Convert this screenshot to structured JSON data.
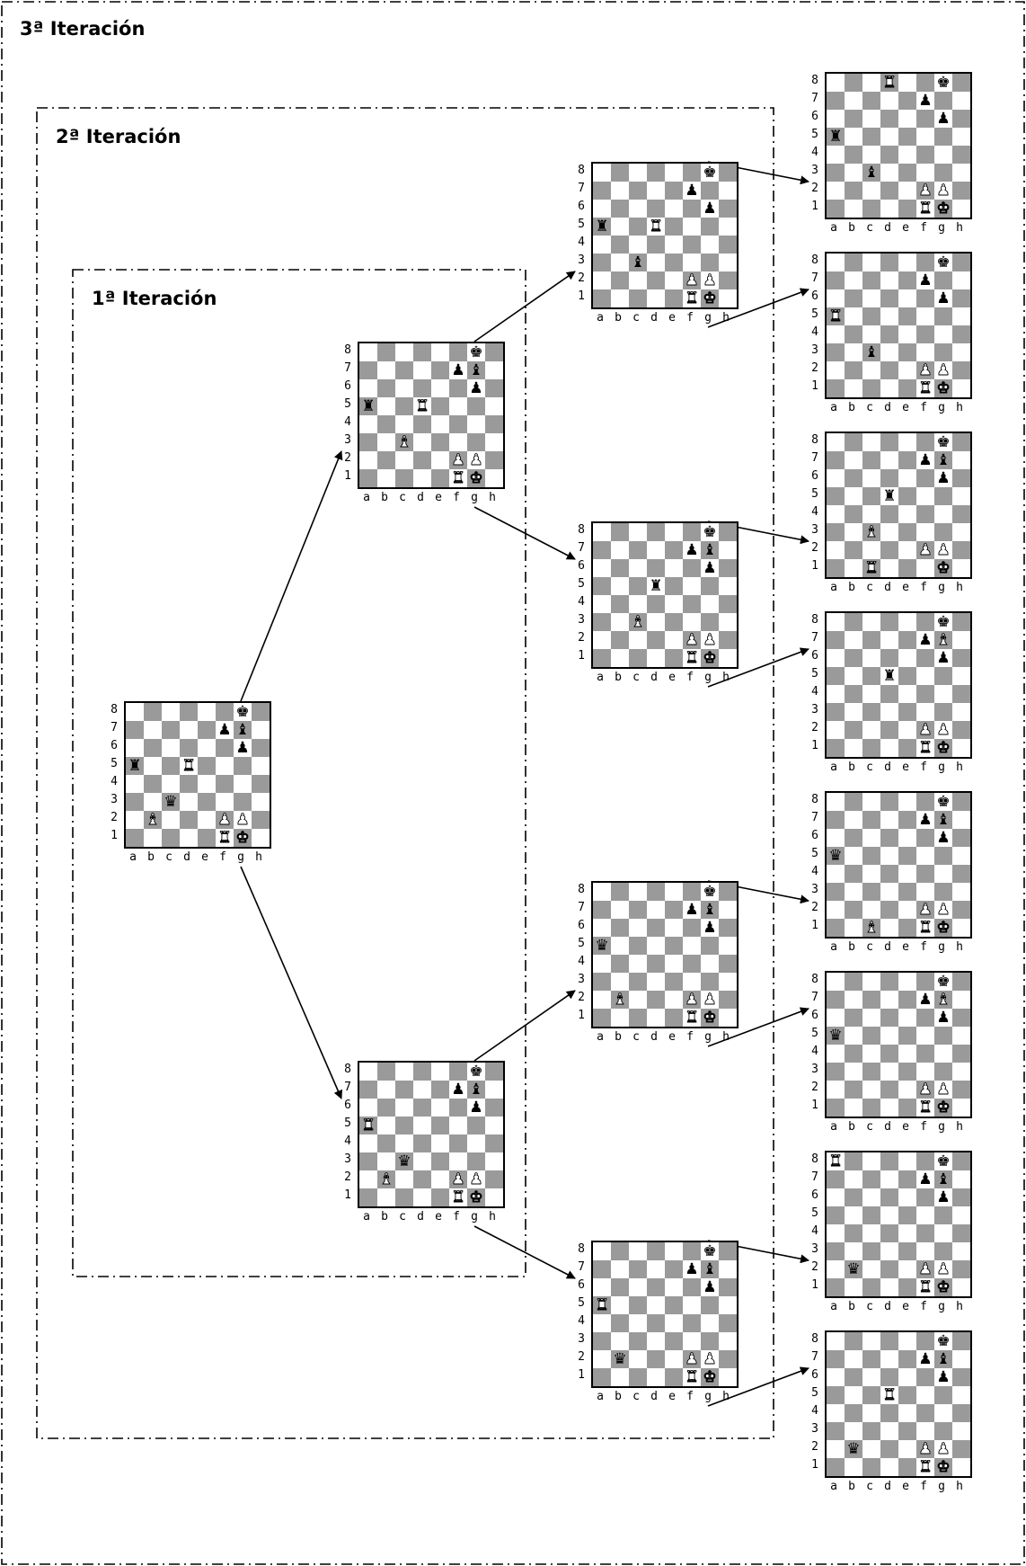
{
  "iterations": [
    {
      "label": "3ª Iteración"
    },
    {
      "label": "2ª Iteración"
    },
    {
      "label": "1ª Iteración"
    }
  ],
  "files": [
    "a",
    "b",
    "c",
    "d",
    "e",
    "f",
    "g",
    "h"
  ],
  "ranks": [
    "8",
    "7",
    "6",
    "5",
    "4",
    "3",
    "2",
    "1"
  ],
  "piece_glyphs": {
    "K": "♔",
    "Q": "♕",
    "R": "♖",
    "B": "♗",
    "N": "♘",
    "P": "♙",
    "k": "♚",
    "q": "♛",
    "r": "♜",
    "b": "♝",
    "n": "♞",
    "p": "♟"
  },
  "colors": {
    "dark_square": "#9a9a9a",
    "light_square": "#ffffff",
    "line": "#000000"
  },
  "boards": [
    {
      "id": "root",
      "pieces": [
        [
          "g8",
          "k"
        ],
        [
          "f7",
          "p"
        ],
        [
          "g7",
          "b"
        ],
        [
          "g6",
          "p"
        ],
        [
          "a5",
          "r"
        ],
        [
          "d5",
          "R"
        ],
        [
          "c3",
          "q"
        ],
        [
          "b2",
          "B"
        ],
        [
          "f2",
          "P"
        ],
        [
          "g2",
          "P"
        ],
        [
          "f1",
          "R"
        ],
        [
          "g1",
          "K"
        ]
      ]
    },
    {
      "id": "l1-top",
      "pieces": [
        [
          "g8",
          "k"
        ],
        [
          "f7",
          "p"
        ],
        [
          "g7",
          "b"
        ],
        [
          "g6",
          "p"
        ],
        [
          "a5",
          "r"
        ],
        [
          "d5",
          "R"
        ],
        [
          "c3",
          "B"
        ],
        [
          "f2",
          "P"
        ],
        [
          "g2",
          "P"
        ],
        [
          "f1",
          "R"
        ],
        [
          "g1",
          "K"
        ]
      ]
    },
    {
      "id": "l1-bottom",
      "pieces": [
        [
          "g8",
          "k"
        ],
        [
          "f7",
          "p"
        ],
        [
          "g7",
          "b"
        ],
        [
          "g6",
          "p"
        ],
        [
          "a5",
          "R"
        ],
        [
          "c3",
          "q"
        ],
        [
          "b2",
          "B"
        ],
        [
          "f2",
          "P"
        ],
        [
          "g2",
          "P"
        ],
        [
          "f1",
          "R"
        ],
        [
          "g1",
          "K"
        ]
      ]
    },
    {
      "id": "l2-1",
      "pieces": [
        [
          "g8",
          "k"
        ],
        [
          "f7",
          "p"
        ],
        [
          "g6",
          "p"
        ],
        [
          "a5",
          "r"
        ],
        [
          "d5",
          "R"
        ],
        [
          "c3",
          "b"
        ],
        [
          "f2",
          "P"
        ],
        [
          "g2",
          "P"
        ],
        [
          "f1",
          "R"
        ],
        [
          "g1",
          "K"
        ]
      ]
    },
    {
      "id": "l2-2",
      "pieces": [
        [
          "g8",
          "k"
        ],
        [
          "f7",
          "p"
        ],
        [
          "g7",
          "b"
        ],
        [
          "g6",
          "p"
        ],
        [
          "d5",
          "r"
        ],
        [
          "c3",
          "B"
        ],
        [
          "f2",
          "P"
        ],
        [
          "g2",
          "P"
        ],
        [
          "f1",
          "R"
        ],
        [
          "g1",
          "K"
        ]
      ]
    },
    {
      "id": "l2-3",
      "pieces": [
        [
          "g8",
          "k"
        ],
        [
          "f7",
          "p"
        ],
        [
          "g7",
          "b"
        ],
        [
          "g6",
          "p"
        ],
        [
          "a5",
          "q"
        ],
        [
          "b2",
          "B"
        ],
        [
          "f2",
          "P"
        ],
        [
          "g2",
          "P"
        ],
        [
          "f1",
          "R"
        ],
        [
          "g1",
          "K"
        ]
      ]
    },
    {
      "id": "l2-4",
      "pieces": [
        [
          "g8",
          "k"
        ],
        [
          "f7",
          "p"
        ],
        [
          "g7",
          "b"
        ],
        [
          "g6",
          "p"
        ],
        [
          "a5",
          "R"
        ],
        [
          "b2",
          "q"
        ],
        [
          "f2",
          "P"
        ],
        [
          "g2",
          "P"
        ],
        [
          "f1",
          "R"
        ],
        [
          "g1",
          "K"
        ]
      ]
    },
    {
      "id": "l3-1",
      "pieces": [
        [
          "d8",
          "R"
        ],
        [
          "g8",
          "k"
        ],
        [
          "f7",
          "p"
        ],
        [
          "g6",
          "p"
        ],
        [
          "a5",
          "r"
        ],
        [
          "c3",
          "b"
        ],
        [
          "f2",
          "P"
        ],
        [
          "g2",
          "P"
        ],
        [
          "f1",
          "R"
        ],
        [
          "g1",
          "K"
        ]
      ]
    },
    {
      "id": "l3-2",
      "pieces": [
        [
          "g8",
          "k"
        ],
        [
          "f7",
          "p"
        ],
        [
          "g6",
          "p"
        ],
        [
          "a5",
          "R"
        ],
        [
          "c3",
          "b"
        ],
        [
          "f2",
          "P"
        ],
        [
          "g2",
          "P"
        ],
        [
          "f1",
          "R"
        ],
        [
          "g1",
          "K"
        ]
      ]
    },
    {
      "id": "l3-3",
      "pieces": [
        [
          "g8",
          "k"
        ],
        [
          "f7",
          "p"
        ],
        [
          "g7",
          "b"
        ],
        [
          "g6",
          "p"
        ],
        [
          "d5",
          "r"
        ],
        [
          "c3",
          "B"
        ],
        [
          "f2",
          "P"
        ],
        [
          "g2",
          "P"
        ],
        [
          "c1",
          "R"
        ],
        [
          "g1",
          "K"
        ]
      ]
    },
    {
      "id": "l3-4",
      "pieces": [
        [
          "g8",
          "k"
        ],
        [
          "f7",
          "p"
        ],
        [
          "g7",
          "B"
        ],
        [
          "g6",
          "p"
        ],
        [
          "d5",
          "r"
        ],
        [
          "f2",
          "P"
        ],
        [
          "g2",
          "P"
        ],
        [
          "f1",
          "R"
        ],
        [
          "g1",
          "K"
        ]
      ]
    },
    {
      "id": "l3-5",
      "pieces": [
        [
          "g8",
          "k"
        ],
        [
          "f7",
          "p"
        ],
        [
          "g7",
          "b"
        ],
        [
          "g6",
          "p"
        ],
        [
          "a5",
          "q"
        ],
        [
          "f2",
          "P"
        ],
        [
          "g2",
          "P"
        ],
        [
          "c1",
          "B"
        ],
        [
          "f1",
          "R"
        ],
        [
          "g1",
          "K"
        ]
      ]
    },
    {
      "id": "l3-6",
      "pieces": [
        [
          "g8",
          "k"
        ],
        [
          "f7",
          "p"
        ],
        [
          "g7",
          "B"
        ],
        [
          "g6",
          "p"
        ],
        [
          "a5",
          "q"
        ],
        [
          "f2",
          "P"
        ],
        [
          "g2",
          "P"
        ],
        [
          "f1",
          "R"
        ],
        [
          "g1",
          "K"
        ]
      ]
    },
    {
      "id": "l3-7",
      "pieces": [
        [
          "a8",
          "R"
        ],
        [
          "g8",
          "k"
        ],
        [
          "f7",
          "p"
        ],
        [
          "g7",
          "b"
        ],
        [
          "g6",
          "p"
        ],
        [
          "b2",
          "q"
        ],
        [
          "f2",
          "P"
        ],
        [
          "g2",
          "P"
        ],
        [
          "f1",
          "R"
        ],
        [
          "g1",
          "K"
        ]
      ]
    },
    {
      "id": "l3-8",
      "pieces": [
        [
          "g8",
          "k"
        ],
        [
          "f7",
          "p"
        ],
        [
          "g7",
          "b"
        ],
        [
          "g6",
          "p"
        ],
        [
          "d5",
          "R"
        ],
        [
          "b2",
          "q"
        ],
        [
          "f2",
          "P"
        ],
        [
          "g2",
          "P"
        ],
        [
          "f1",
          "R"
        ],
        [
          "g1",
          "K"
        ]
      ]
    }
  ],
  "edges": [
    [
      "root",
      "l1-top"
    ],
    [
      "root",
      "l1-bottom"
    ],
    [
      "l1-top",
      "l2-1"
    ],
    [
      "l1-top",
      "l2-2"
    ],
    [
      "l1-bottom",
      "l2-3"
    ],
    [
      "l1-bottom",
      "l2-4"
    ],
    [
      "l2-1",
      "l3-1"
    ],
    [
      "l2-1",
      "l3-2"
    ],
    [
      "l2-2",
      "l3-3"
    ],
    [
      "l2-2",
      "l3-4"
    ],
    [
      "l2-3",
      "l3-5"
    ],
    [
      "l2-3",
      "l3-6"
    ],
    [
      "l2-4",
      "l3-7"
    ],
    [
      "l2-4",
      "l3-8"
    ]
  ]
}
